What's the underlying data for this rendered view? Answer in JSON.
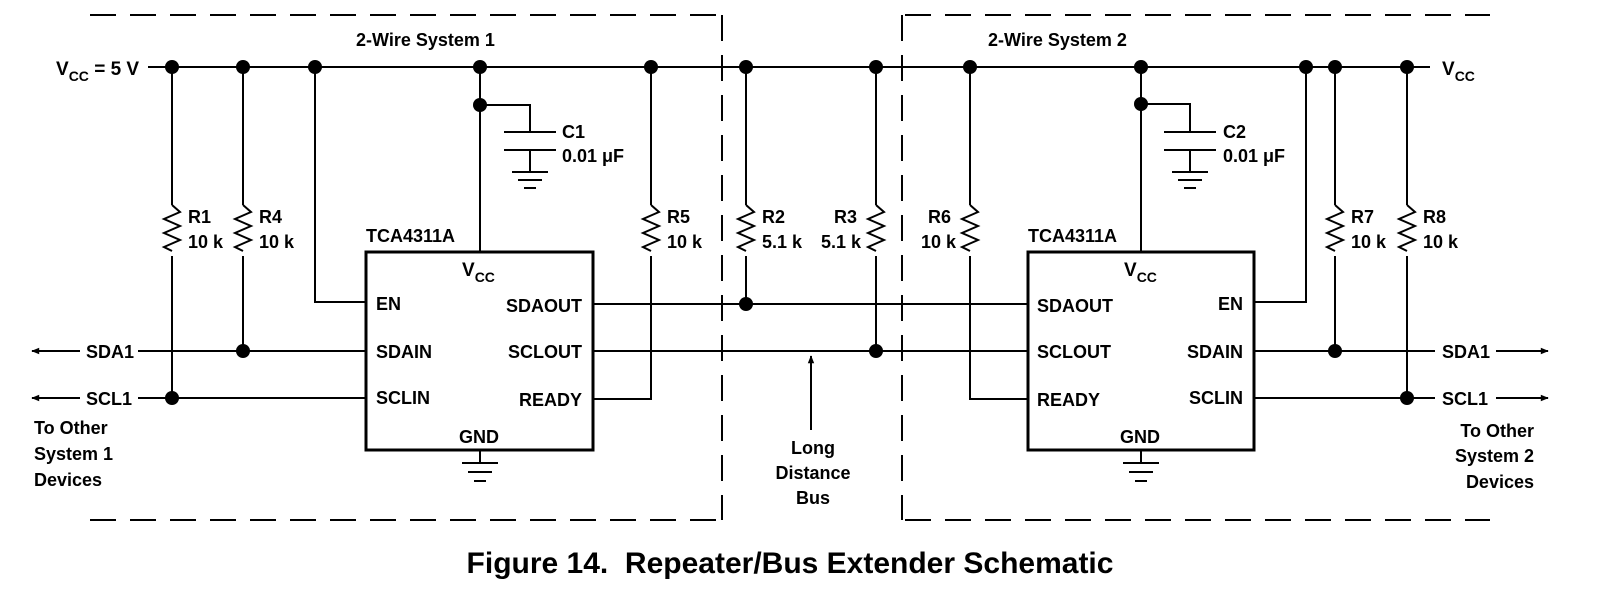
{
  "figure_caption": "Figure 14.  Repeater/Bus Extender Schematic",
  "systems": [
    {
      "title": "2-Wire System 1",
      "supply": "V",
      "supply_sub": "CC",
      "supply_value": " = 5 V"
    },
    {
      "title": "2-Wire System 2",
      "supply": "V",
      "supply_sub": "CC"
    }
  ],
  "chips": [
    {
      "name": "TCA4311A",
      "vcc": "V",
      "vcc_sub": "CC",
      "gnd": "GND",
      "pins_left": [
        "EN",
        "SDAIN",
        "SCLIN"
      ],
      "pins_right": [
        "SDAOUT",
        "SCLOUT",
        "READY"
      ]
    },
    {
      "name": "TCA4311A",
      "vcc": "V",
      "vcc_sub": "CC",
      "gnd": "GND",
      "pins_left": [
        "SDAOUT",
        "SCLOUT",
        "READY"
      ],
      "pins_right": [
        "EN",
        "SDAIN",
        "SCLIN"
      ]
    }
  ],
  "capacitors": [
    {
      "name": "C1",
      "value": "0.01 μF"
    },
    {
      "name": "C2",
      "value": "0.01 μF"
    }
  ],
  "resistors": [
    {
      "name": "R1",
      "value": "10 k"
    },
    {
      "name": "R4",
      "value": "10 k"
    },
    {
      "name": "R5",
      "value": "10 k"
    },
    {
      "name": "R2",
      "value": "5.1 k"
    },
    {
      "name": "R3",
      "value": "5.1 k"
    },
    {
      "name": "R6",
      "value": "10 k"
    },
    {
      "name": "R7",
      "value": "10 k"
    },
    {
      "name": "R8",
      "value": "10 k"
    }
  ],
  "signals": {
    "left_sda": "SDA1",
    "left_scl": "SCL1",
    "right_sda": "SDA1",
    "right_scl": "SCL1"
  },
  "notes": {
    "left_devices": [
      "To Other",
      "System 1",
      "Devices"
    ],
    "right_devices": [
      "To Other",
      "System 2",
      "Devices"
    ],
    "long_bus": [
      "Long",
      "Distance",
      "Bus"
    ]
  }
}
